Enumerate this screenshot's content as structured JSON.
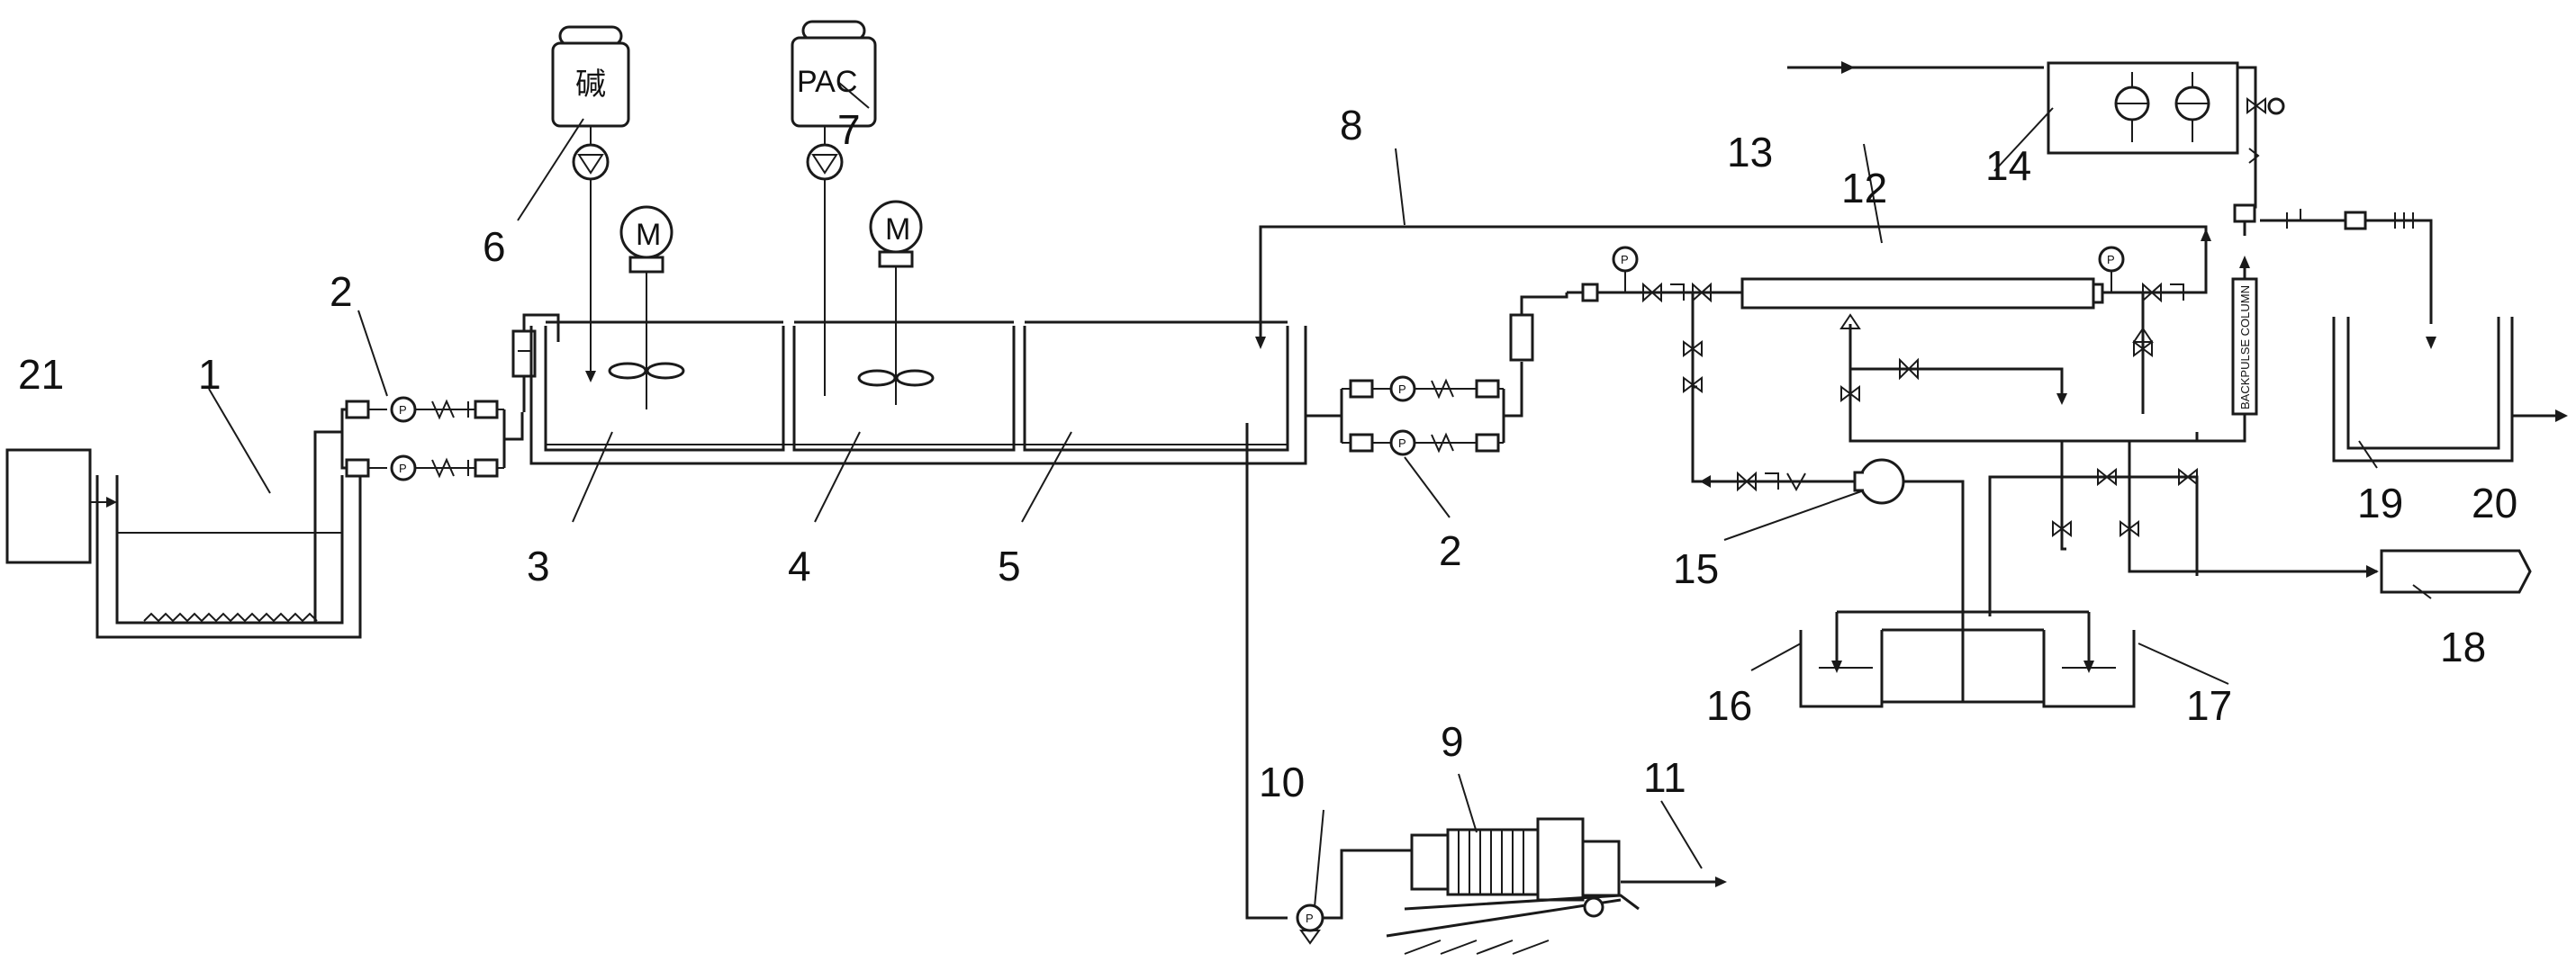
{
  "labels": {
    "n1": "1",
    "n2a": "2",
    "n2b": "2",
    "n3": "3",
    "n4": "4",
    "n5": "5",
    "n6": "6",
    "n7": "7",
    "n8": "8",
    "n9": "9",
    "n10": "10",
    "n11": "11",
    "n12": "12",
    "n13": "13",
    "n14": "14",
    "n15": "15",
    "n16": "16",
    "n17": "17",
    "n18": "18",
    "n19": "19",
    "n20": "20",
    "n21": "21"
  },
  "tank_text": {
    "alkali": "碱",
    "pac": "PAC",
    "motor_a": "M",
    "motor_b": "M",
    "pump_a": "P",
    "pump_b": "P",
    "pump_c": "P",
    "pump_d": "P",
    "pump_e": "P",
    "gauge_a": "P",
    "gauge_b": "P",
    "column": "BACKPULSE COLUMN"
  }
}
